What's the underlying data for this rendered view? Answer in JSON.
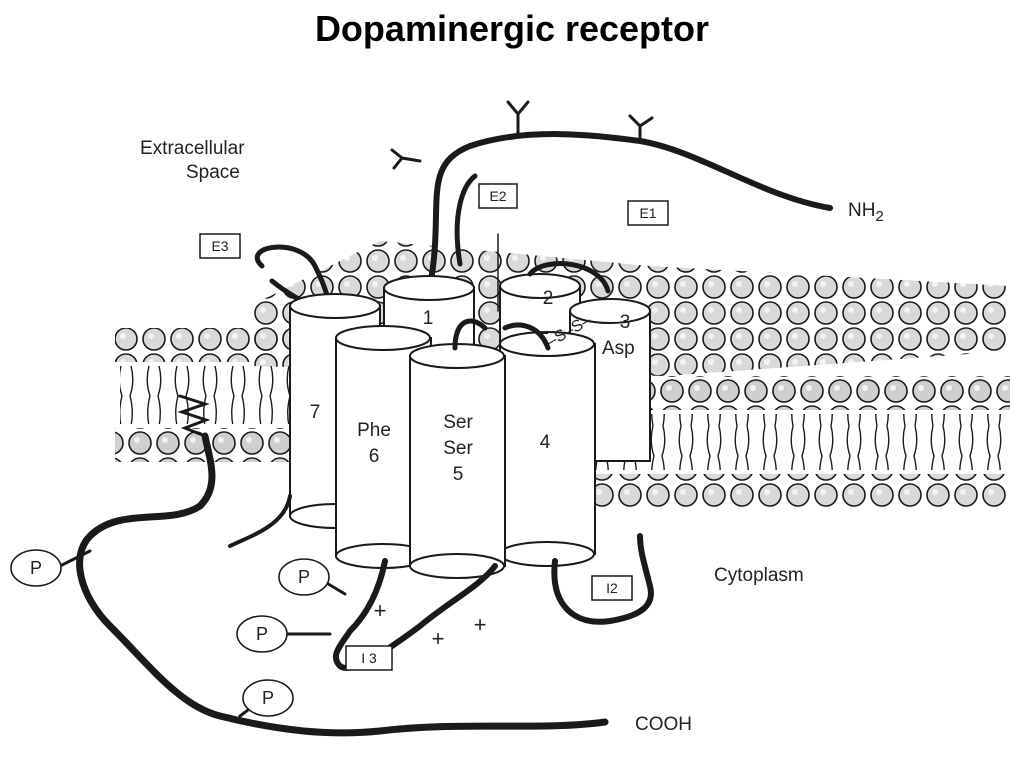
{
  "title": "Dopaminergic receptor",
  "labels": {
    "extracellular_line1": "Extracellular",
    "extracellular_line2": "Space",
    "cytoplasm": "Cytoplasm",
    "nh2": "NH",
    "nh2_sub": "2",
    "cooh": "COOH",
    "asp": "Asp",
    "disulfide": "–S–S–",
    "charge_minus": "–"
  },
  "loops": {
    "e1": "E1",
    "e2": "E2",
    "e3": "E3",
    "i2": "I2",
    "i3": "I 3"
  },
  "helices": {
    "h1": "1",
    "h2": "2",
    "h3": "3",
    "h4": "4",
    "h5_line1": "Ser",
    "h5_line2": "Ser",
    "h5_line3": "5",
    "h6_line1": "Phe",
    "h6_line2": "6",
    "h7": "7"
  },
  "phospho": {
    "p1": "P",
    "p2": "P",
    "p3": "P",
    "p4": "P"
  },
  "charges": {
    "plus1": "+",
    "plus2": "+",
    "plus3": "+"
  },
  "colors": {
    "lipid_head": "#d9d9d9",
    "outline": "#1a1a1a",
    "background": "#ffffff"
  }
}
